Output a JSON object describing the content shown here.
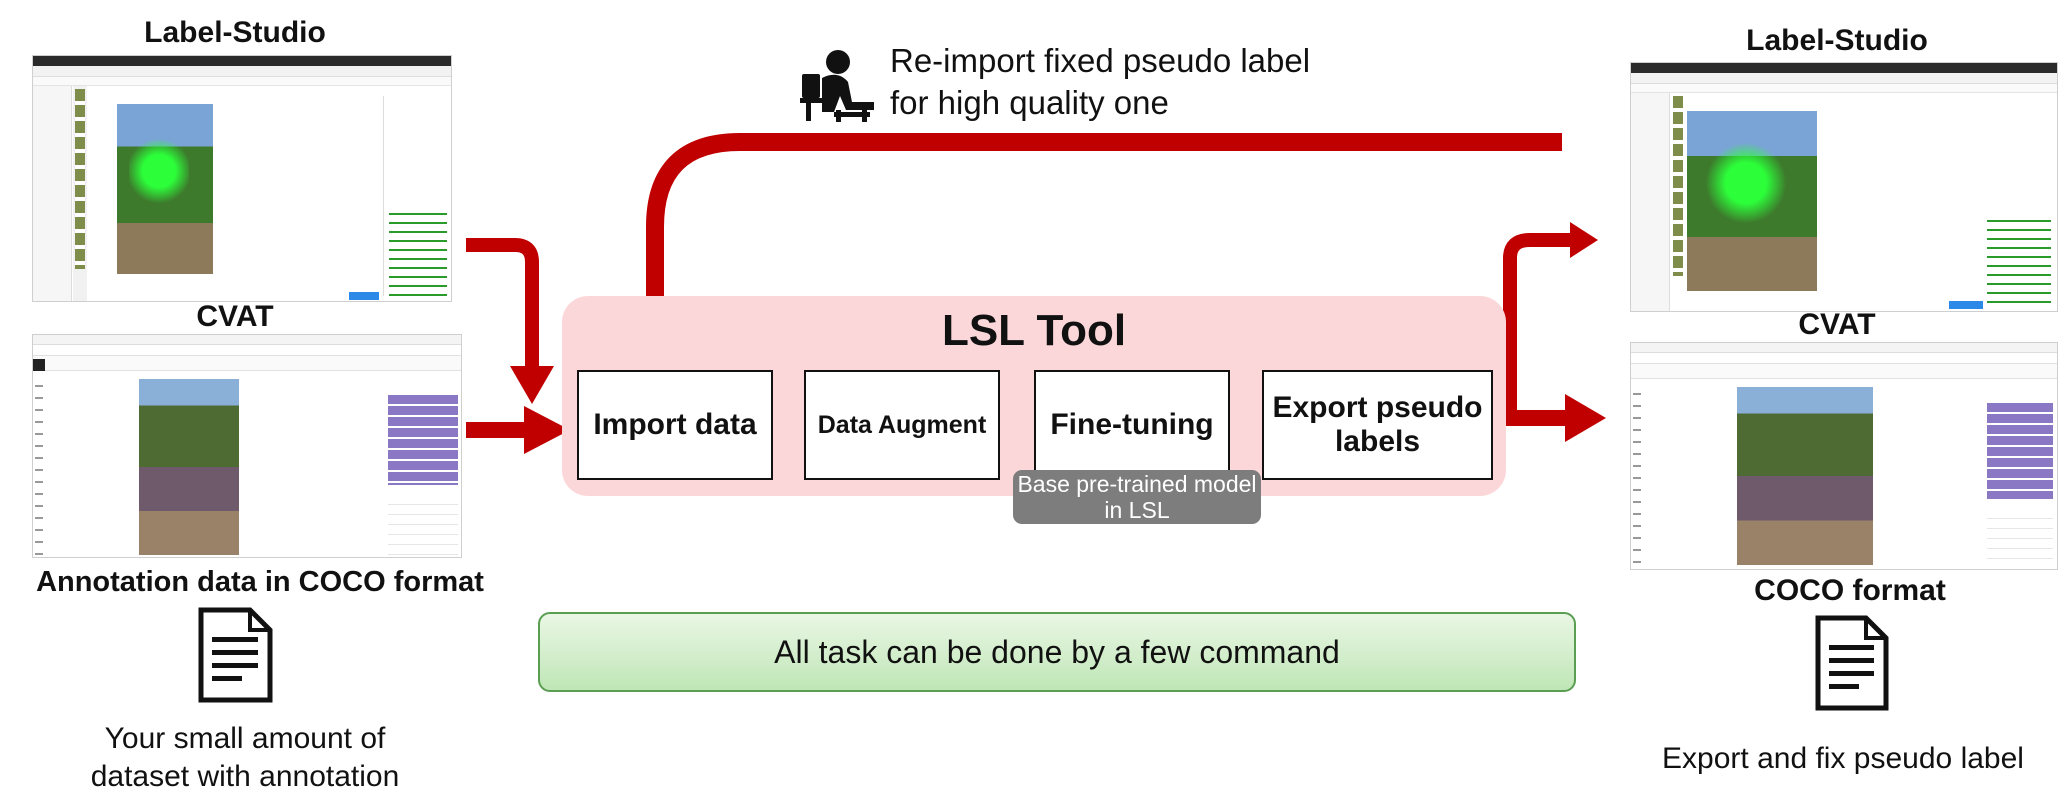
{
  "left": {
    "label_studio_title": "Label-Studio",
    "cvat_title": "CVAT",
    "coco_heading": "Annotation data in COCO format",
    "description": "Your small amount of dataset with annotation"
  },
  "top": {
    "reimport_text": "Re-import fixed pseudo label for high quality one"
  },
  "lsl_tool": {
    "title": "LSL Tool",
    "stages": [
      {
        "label": "Import data"
      },
      {
        "label": "Data Augment"
      },
      {
        "label": "Fine-tuning"
      },
      {
        "label": "Export pseudo labels"
      }
    ],
    "base_model_note": "Base pre-trained model in LSL"
  },
  "command_bar": {
    "text": "All task can be done by a few command"
  },
  "right": {
    "label_studio_title": "Label-Studio",
    "cvat_title": "CVAT",
    "coco_heading": "COCO format",
    "description": "Export and fix pseudo label"
  },
  "colors": {
    "arrow_red": "#c00000",
    "lsl_background": "#fbd7d9",
    "note_gray": "#7d7d7d",
    "command_green": "#c9ebc1",
    "cvat_sidebar_purple": "#8a78c4"
  },
  "icons": [
    "user-at-computer-icon",
    "document-icon"
  ]
}
